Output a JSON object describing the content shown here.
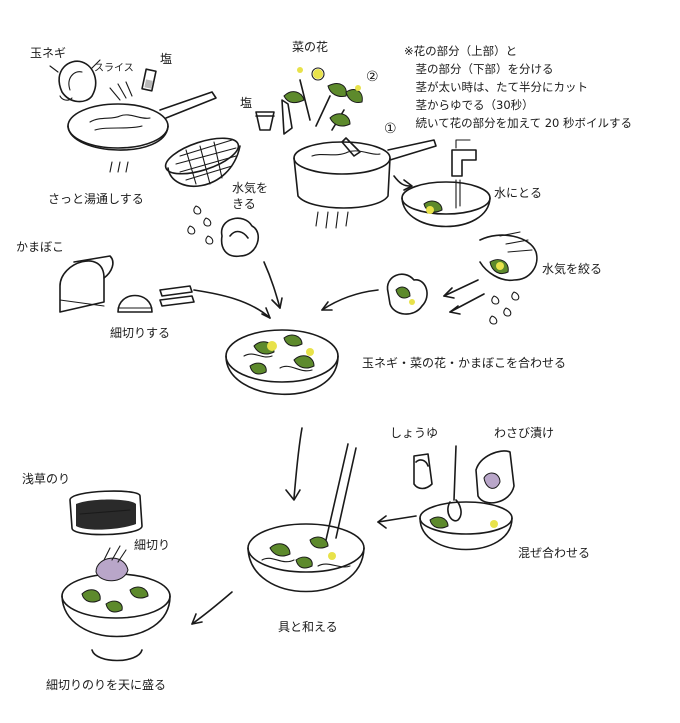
{
  "labels": {
    "onion": "玉ネギ",
    "slice": "スライス",
    "salt_left": "塩",
    "blanch": "さっと湯通しする",
    "drain": "水気を\nきる",
    "nanohana": "菜の花",
    "salt_mid": "塩",
    "mark2": "②",
    "mark1": "①",
    "water": "水にとる",
    "squeeze": "水気を絞る",
    "kamaboko": "かまぼこ",
    "shred": "細切りする",
    "combine": "玉ネギ・菜の花・かまぼこを合わせる",
    "shoyu": "しょうゆ",
    "wasabi": "わさび漬け",
    "mix": "混ぜ合わせる",
    "nori": "浅草のり",
    "nori_shred": "細切り",
    "dress": "具と和える",
    "serve": "細切りのりを天に盛る"
  },
  "note_lines": [
    "※花の部分（上部）と",
    "　茎の部分（下部）を分ける",
    "　茎が太い時は、たて半分にカット",
    "　茎からゆでる（30秒）",
    "　続いて花の部分を加えて 20 秒ボイルする"
  ],
  "icons": {
    "onion": "onion-icon",
    "pan": "frying-pan-icon",
    "colander": "colander-icon",
    "pot": "pot-icon",
    "faucet": "faucet-icon",
    "hand": "squeezing-hand-icon",
    "kamaboko": "kamaboko-icon",
    "bowl": "mixing-bowl-icon",
    "seasoning": "seasoning-bowl-icon",
    "nori_pack": "nori-package-icon",
    "serving_bowl": "serving-bowl-icon",
    "chopsticks": "chopsticks-icon"
  },
  "colors": {
    "ink": "#1a1a1a",
    "green": "#5d8a2c",
    "yellow": "#e8e24a",
    "lilac": "#b9a6c9"
  }
}
